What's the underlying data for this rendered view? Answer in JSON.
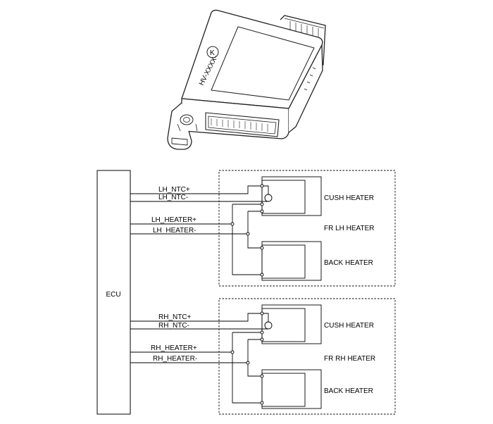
{
  "module": {
    "label_text": "HV-XXXX-",
    "logo_text": "K"
  },
  "ecu": {
    "label": "ECU"
  },
  "front": {
    "group_label": "FR LH HEATER",
    "cushion_label": "CUSH HEATER",
    "back_label": "BACK HEATER",
    "wires": {
      "ntc_plus": "LH_NTC+",
      "ntc_minus": "LH_NTC-",
      "heater_plus": "LH_HEATER+",
      "heater_minus": "LH_HEATER-"
    }
  },
  "rear": {
    "group_label": "FR RH HEATER",
    "cushion_label": "CUSH HEATER",
    "back_label": "BACK HEATER",
    "wires": {
      "ntc_plus": "RH_NTC+",
      "ntc_minus": "RH_NTC-",
      "heater_plus": "RH_HEATER+",
      "heater_minus": "RH_HEATER-"
    }
  }
}
